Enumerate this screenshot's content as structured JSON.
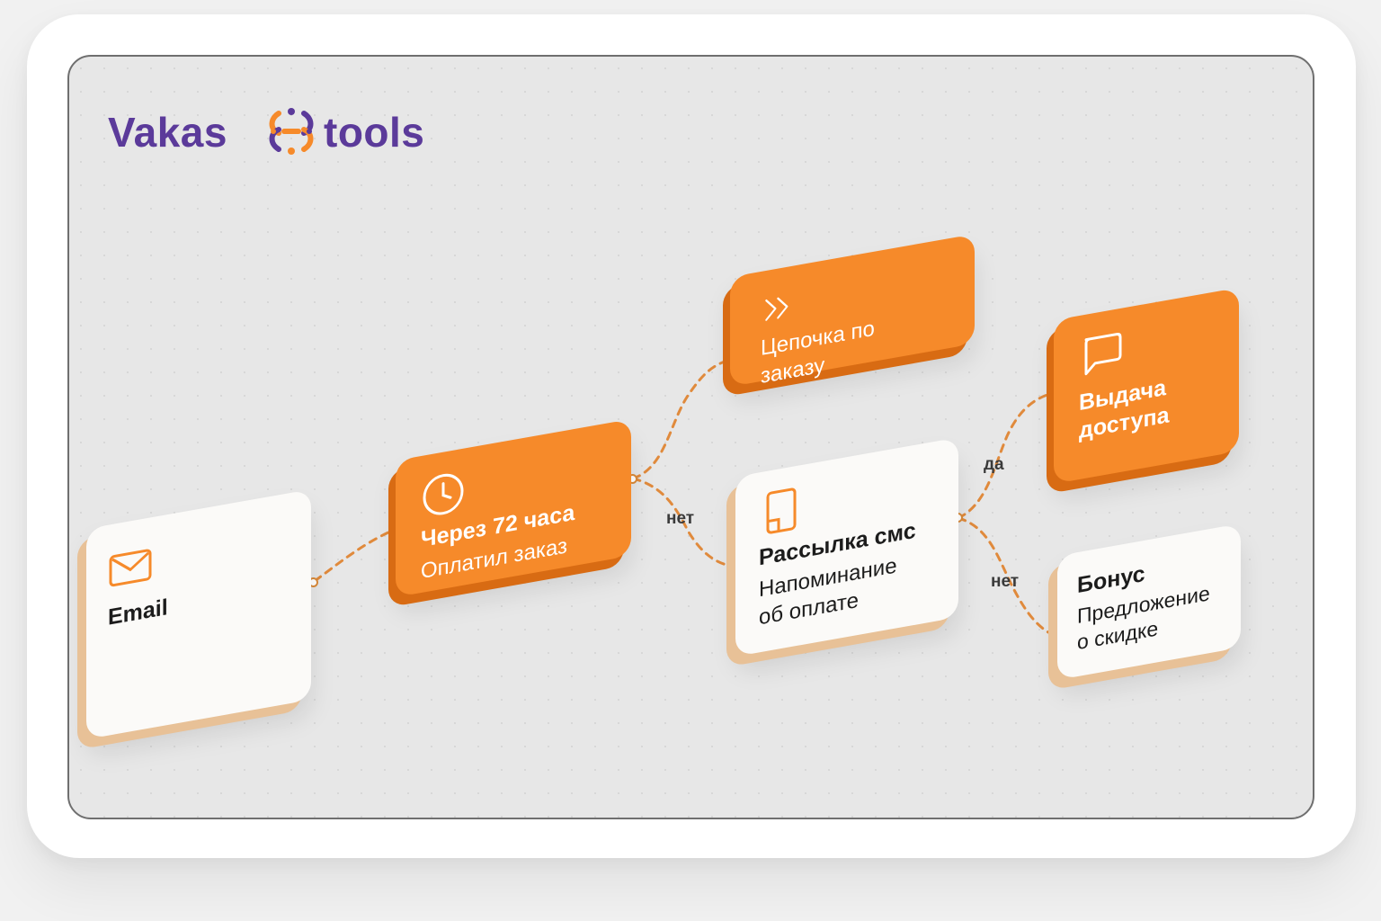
{
  "brand": {
    "left_word": "Vakas",
    "right_word": "tools",
    "mark_icon": "gear-logo-icon",
    "colors": {
      "purple": "#5b3a9a",
      "orange": "#f68a2a"
    }
  },
  "nodes": {
    "email": {
      "icon": "envelope-icon",
      "title": "Email"
    },
    "delay": {
      "icon": "clock-icon",
      "title": "Через 72 часа",
      "subtitle": "Оплатил заказ"
    },
    "chain": {
      "icon": "double-chevron-icon",
      "subtitle": "Цепочка по заказу"
    },
    "sms": {
      "icon": "phone-icon",
      "title": "Рассылка смс",
      "subtitle_line1": "Напоминание",
      "subtitle_line2": "об оплате"
    },
    "access": {
      "icon": "chat-bubble-icon",
      "title_line1": "Выдача",
      "title_line2": "доступа"
    },
    "bonus": {
      "title": "Бонус",
      "subtitle_line1": "Предложение",
      "subtitle_line2": "о скидке"
    }
  },
  "edge_labels": {
    "no_1": "нет",
    "yes": "да",
    "no_2": "нет"
  },
  "colors": {
    "orange_card": "#f68a2a",
    "white_card": "#fbfaf8",
    "connector": "#e08a3c"
  }
}
